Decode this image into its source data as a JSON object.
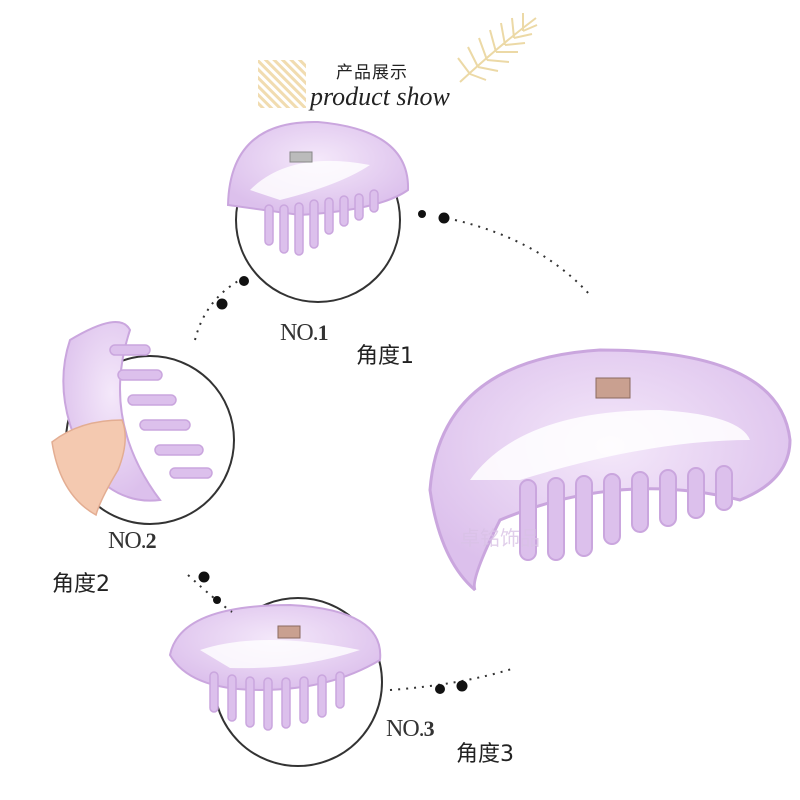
{
  "header": {
    "title_cn": "产品展示",
    "title_en": "product show"
  },
  "views": [
    {
      "no_prefix": "NO.",
      "no_number": "1",
      "angle_label": "角度1"
    },
    {
      "no_prefix": "NO.",
      "no_number": "2",
      "angle_label": "角度2"
    },
    {
      "no_prefix": "NO.",
      "no_number": "3",
      "angle_label": "角度3"
    }
  ],
  "watermark": "卓铭饰品",
  "colors": {
    "clip_fill": "#e6cff0",
    "clip_stroke": "#caa6de",
    "text": "#222222",
    "dots": "#111111"
  }
}
